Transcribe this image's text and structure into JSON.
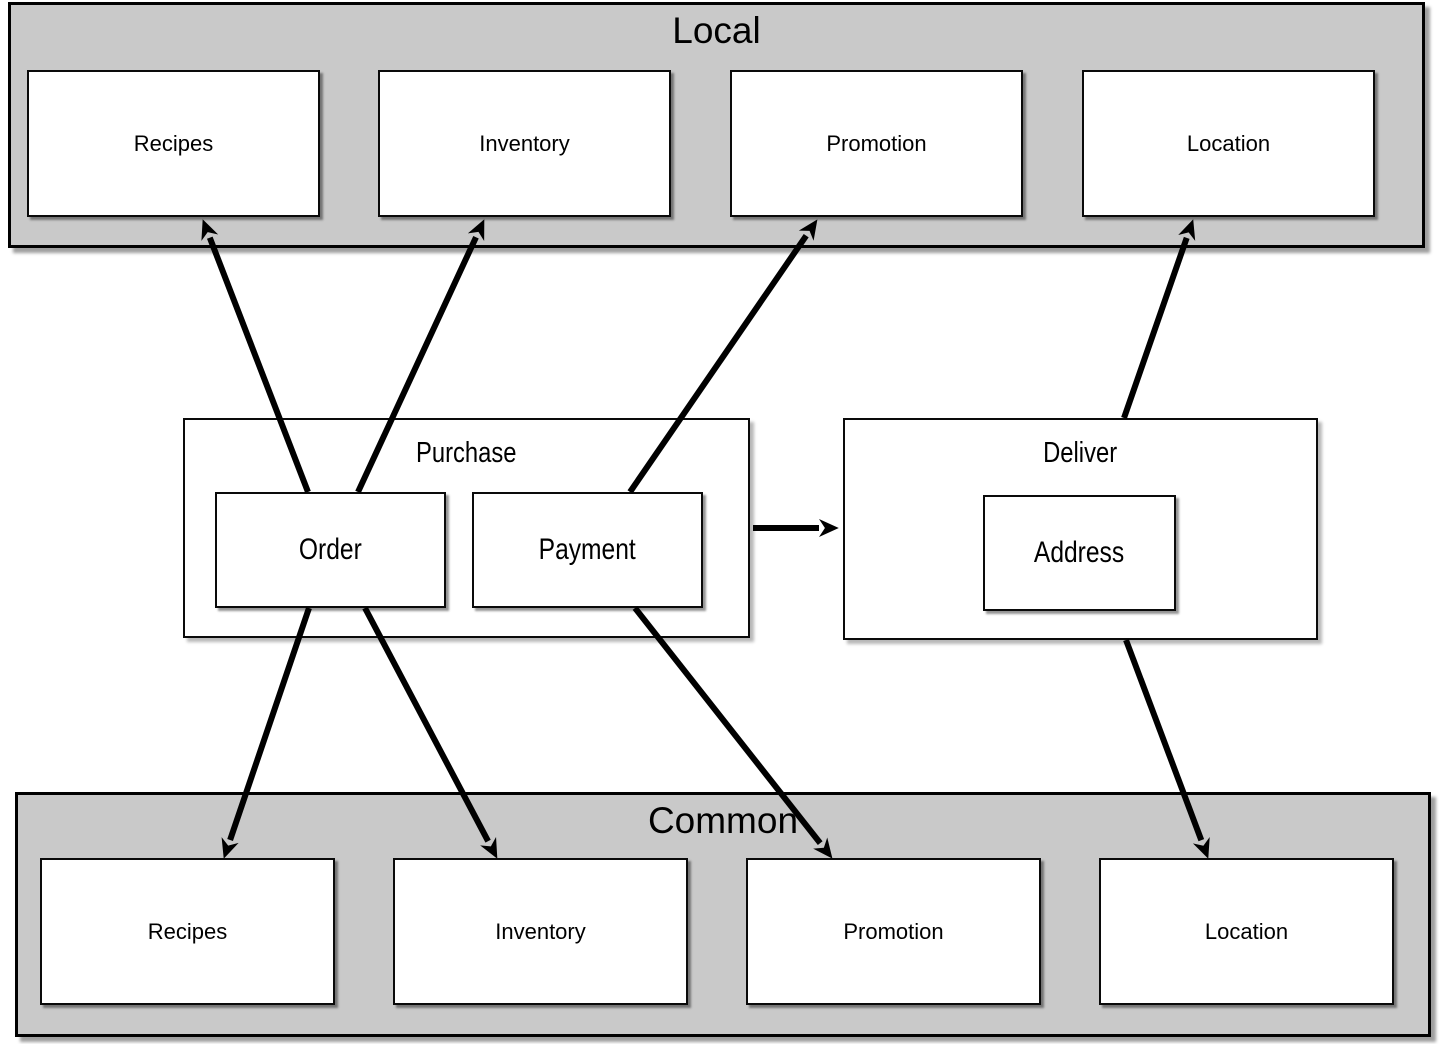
{
  "colors": {
    "background": "#ffffff",
    "band_fill": "#c9c9c9",
    "node_fill": "#ffffff",
    "border": "#000000",
    "arrow": "#000000"
  },
  "bands": {
    "local": {
      "title": "Local",
      "boxes": [
        {
          "label": "Recipes"
        },
        {
          "label": "Inventory"
        },
        {
          "label": "Promotion"
        },
        {
          "label": "Location"
        }
      ]
    },
    "common": {
      "title": "Common",
      "boxes": [
        {
          "label": "Recipes"
        },
        {
          "label": "Inventory"
        },
        {
          "label": "Promotion"
        },
        {
          "label": "Location"
        }
      ]
    }
  },
  "groups": {
    "purchase": {
      "title": "Purchase",
      "nodes": [
        {
          "label": "Order"
        },
        {
          "label": "Payment"
        }
      ]
    },
    "deliver": {
      "title": "Deliver",
      "nodes": [
        {
          "label": "Address"
        }
      ]
    }
  },
  "connections": [
    {
      "from": "Order",
      "to": "Local / Recipes",
      "direction": "up"
    },
    {
      "from": "Order",
      "to": "Local / Inventory",
      "direction": "up"
    },
    {
      "from": "Payment",
      "to": "Local / Promotion",
      "direction": "up"
    },
    {
      "from": "Deliver",
      "to": "Local / Location",
      "direction": "up"
    },
    {
      "from": "Order",
      "to": "Common / Recipes",
      "direction": "down"
    },
    {
      "from": "Order",
      "to": "Common / Inventory",
      "direction": "down"
    },
    {
      "from": "Payment",
      "to": "Common / Promotion",
      "direction": "down"
    },
    {
      "from": "Deliver",
      "to": "Common / Location",
      "direction": "down"
    },
    {
      "from": "Purchase",
      "to": "Deliver",
      "direction": "right"
    }
  ]
}
